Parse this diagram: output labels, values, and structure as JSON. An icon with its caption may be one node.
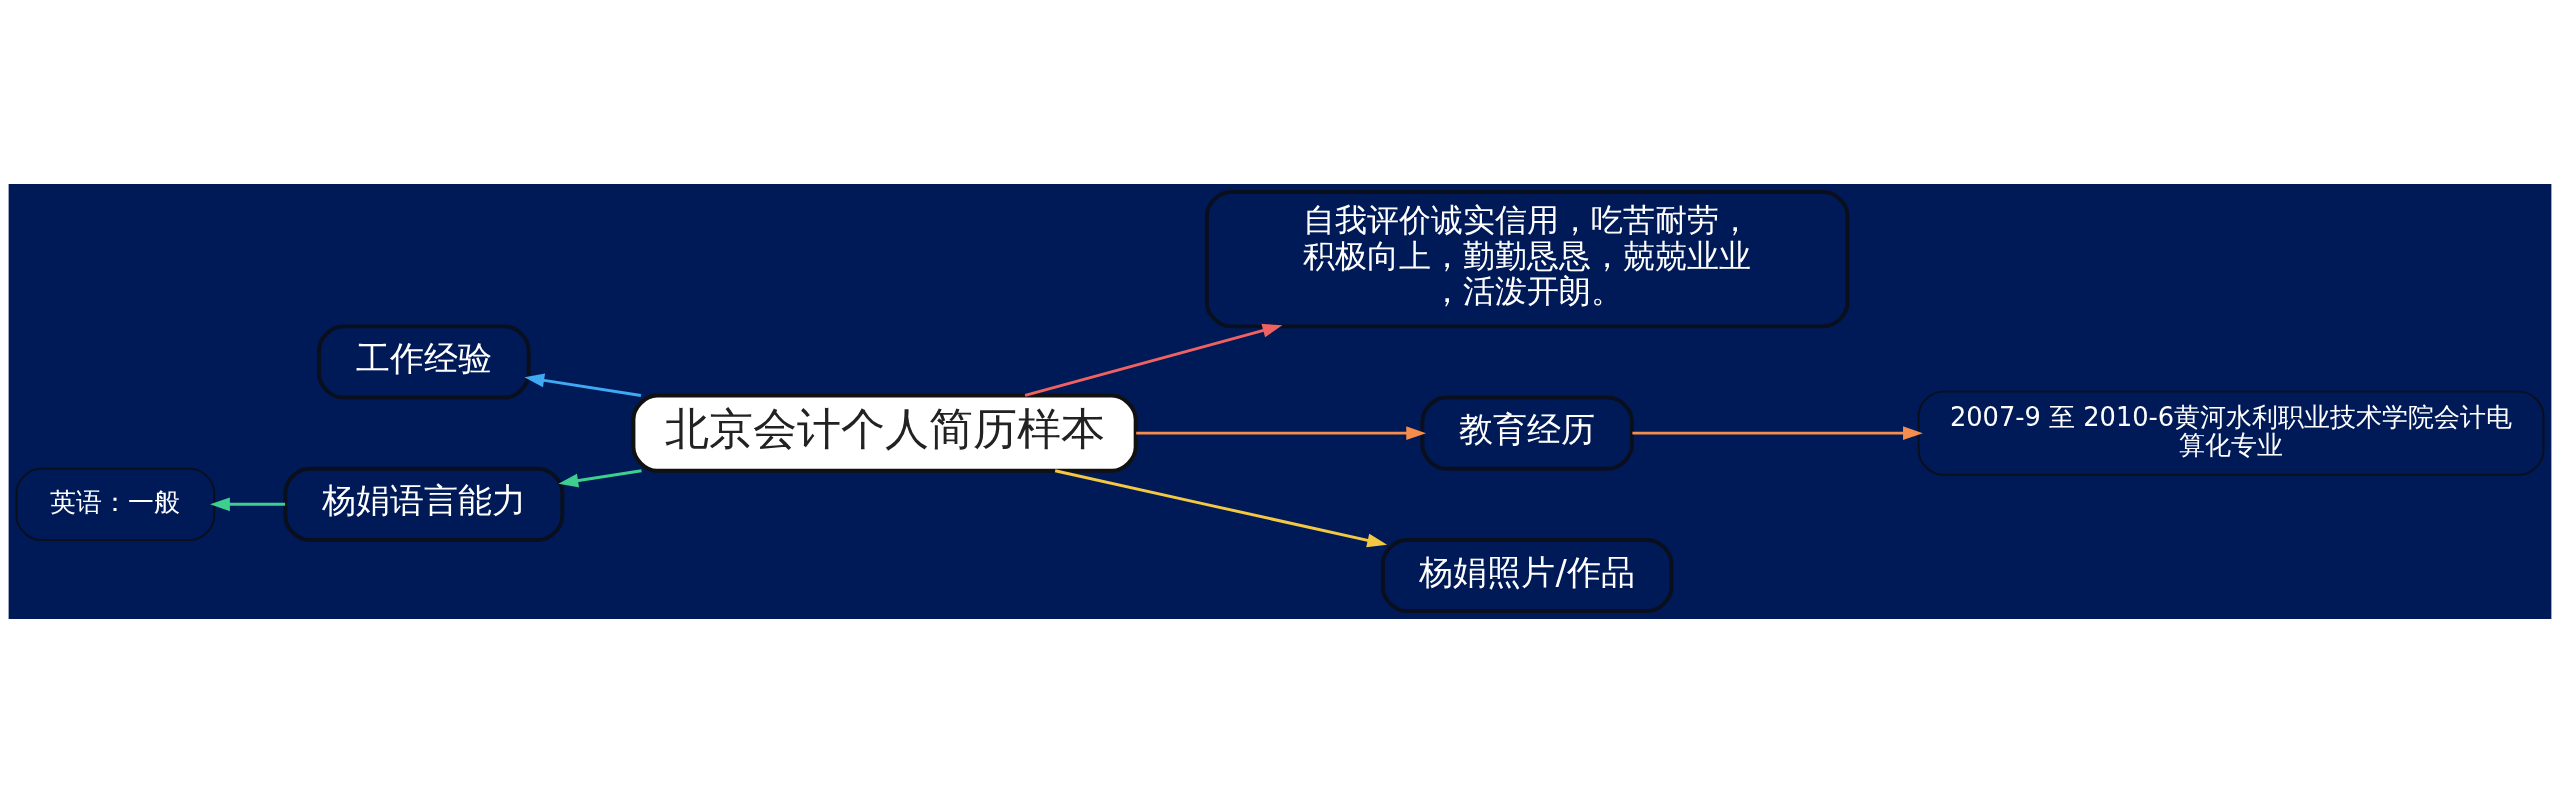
{
  "diagram": {
    "nodes": [
      {
        "text": [
          "北京会计个人简历样本"
        ]
      },
      {
        "text": [
          "自我评价诚实信用，吃苦耐劳，积极向上，勤勤恳恳，兢兢业业，活泼开朗。"
        ]
      },
      {
        "text": [
          "教育经历"
        ]
      },
      {
        "text": [
          "2007-9 至 2010-6黄河水利职业技术学院会计电算化专业"
        ]
      },
      {
        "text": [
          "杨娟照片/作品"
        ]
      },
      {
        "text": [
          "工作经验"
        ]
      },
      {
        "text": [
          "杨娟语言能力"
        ]
      },
      {
        "text": [
          "英语：一般"
        ]
      }
    ],
    "edges": [
      {
        "from": 0,
        "to": 1,
        "arrow": "to",
        "color": "#f06262"
      },
      {
        "from": 0,
        "to": 2,
        "arrow": "to",
        "color": "#f58d4e"
      },
      {
        "from": 2,
        "to": 3,
        "arrow": "to",
        "color": "#f58d4e"
      },
      {
        "from": 0,
        "to": 4,
        "arrow": "to",
        "color": "#f5c842"
      },
      {
        "from": 0,
        "to": 5,
        "arrow": "to",
        "color": "#3fa9f5"
      },
      {
        "from": 0,
        "to": 6,
        "arrow": "to",
        "color": "#3ecf8e"
      },
      {
        "from": 6,
        "to": 7,
        "arrow": "to",
        "color": "#3ecf8e"
      }
    ]
  }
}
